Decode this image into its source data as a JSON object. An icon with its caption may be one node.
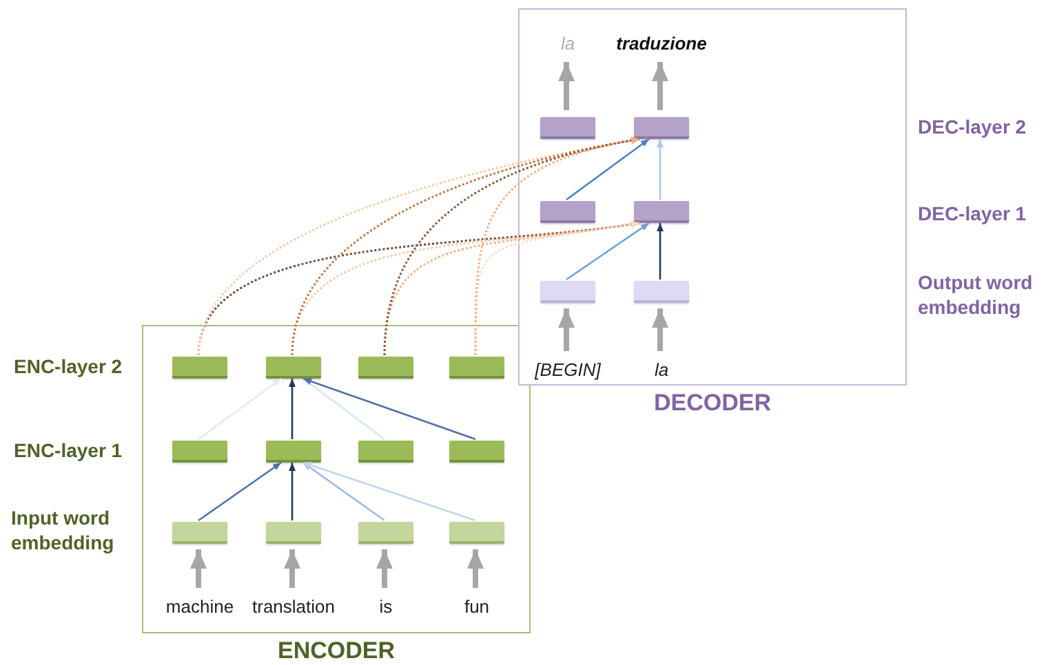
{
  "diagram": {
    "nodes": [
      {
        "text": [
          "ENCODER"
        ]
      },
      {
        "text": [],
        "shape": "box",
        "in": 0
      },
      {
        "text": [],
        "shape": "box",
        "in": 0
      },
      {
        "text": [],
        "shape": "box",
        "in": 0
      },
      {
        "text": [],
        "shape": "box",
        "in": 0
      },
      {
        "text": [],
        "shape": "box",
        "in": 0
      },
      {
        "text": [],
        "shape": "box",
        "in": 0
      },
      {
        "text": [],
        "shape": "box",
        "in": 0
      },
      {
        "text": [],
        "shape": "box",
        "in": 0
      },
      {
        "text": [],
        "shape": "box",
        "in": 0
      },
      {
        "text": [],
        "shape": "box",
        "in": 0
      },
      {
        "text": [],
        "shape": "box",
        "in": 0
      },
      {
        "text": [],
        "shape": "box",
        "in": 0
      },
      {
        "text": [
          "machine"
        ],
        "in": 0
      },
      {
        "text": [
          "translation"
        ],
        "in": 0
      },
      {
        "text": [
          "is"
        ],
        "in": 0
      },
      {
        "text": [
          "fun"
        ],
        "in": 0
      },
      {
        "text": [
          "DECODER"
        ]
      },
      {
        "text": [
          "la"
        ],
        "in": 17
      },
      {
        "text": [
          "traduzione"
        ],
        "in": 17
      },
      {
        "text": [],
        "shape": "box",
        "in": 17
      },
      {
        "text": [],
        "shape": "box",
        "in": 17
      },
      {
        "text": [],
        "shape": "box",
        "in": 17
      },
      {
        "text": [],
        "shape": "box",
        "in": 17
      },
      {
        "text": [],
        "shape": "box",
        "in": 17
      },
      {
        "text": [],
        "shape": "box",
        "in": 17
      },
      {
        "text": [
          "[BEGIN]"
        ],
        "in": 17
      },
      {
        "text": [
          "la"
        ],
        "in": 17
      }
    ],
    "edges": [
      {
        "from": 13,
        "to": 1,
        "arrow": "to",
        "style": "thick",
        "color": "#a6a6a6"
      },
      {
        "from": 14,
        "to": 2,
        "arrow": "to",
        "style": "thick",
        "color": "#a6a6a6"
      },
      {
        "from": 15,
        "to": 3,
        "arrow": "to",
        "style": "thick",
        "color": "#a6a6a6"
      },
      {
        "from": 16,
        "to": 4,
        "arrow": "to",
        "style": "thick",
        "color": "#a6a6a6"
      },
      {
        "from": 1,
        "to": 6,
        "arrow": "to",
        "color": "#4f6fa8"
      },
      {
        "from": 2,
        "to": 6,
        "arrow": "to",
        "color": "#1f3864"
      },
      {
        "from": 3,
        "to": 6,
        "arrow": "to",
        "color": "#9dbbe0"
      },
      {
        "from": 4,
        "to": 6,
        "arrow": "to",
        "color": "#c2d5ee"
      },
      {
        "from": 5,
        "to": 10,
        "arrow": "to",
        "color": "#dbeef4"
      },
      {
        "from": 6,
        "to": 10,
        "arrow": "to",
        "color": "#1f3864"
      },
      {
        "from": 7,
        "to": 10,
        "arrow": "to",
        "color": "#d3eaf2"
      },
      {
        "from": 8,
        "to": 10,
        "arrow": "to",
        "color": "#4f6fa8"
      },
      {
        "from": 9,
        "to": 23,
        "arrow": "to",
        "style": "dashed",
        "color": "#6b4a3a"
      },
      {
        "from": 10,
        "to": 23,
        "arrow": "to",
        "style": "dashed",
        "color": "#f8cbad"
      },
      {
        "from": 11,
        "to": 23,
        "arrow": "to",
        "style": "dashed",
        "color": "#f4b183"
      },
      {
        "from": 12,
        "to": 23,
        "arrow": "to",
        "style": "dashed",
        "color": "#fbdcc6"
      },
      {
        "from": 9,
        "to": 21,
        "arrow": "to",
        "style": "dashed",
        "color": "#f8cbad"
      },
      {
        "from": 10,
        "to": 21,
        "arrow": "to",
        "style": "dashed",
        "color": "#c07a45"
      },
      {
        "from": 11,
        "to": 21,
        "arrow": "to",
        "style": "dashed",
        "color": "#8b5a3c"
      },
      {
        "from": 12,
        "to": 21,
        "arrow": "to",
        "style": "dashed",
        "color": "#f4b183"
      },
      {
        "from": 24,
        "to": 23,
        "arrow": "to",
        "color": "#6fa0d8"
      },
      {
        "from": 25,
        "to": 23,
        "arrow": "to",
        "color": "#1f3864"
      },
      {
        "from": 22,
        "to": 21,
        "arrow": "to",
        "color": "#4f81bd"
      },
      {
        "from": 23,
        "to": 21,
        "arrow": "to",
        "color": "#a9c8e8"
      },
      {
        "from": 26,
        "to": 24,
        "arrow": "to",
        "style": "thick",
        "color": "#a6a6a6"
      },
      {
        "from": 27,
        "to": 25,
        "arrow": "to",
        "style": "thick",
        "color": "#a6a6a6"
      },
      {
        "from": 20,
        "to": 18,
        "arrow": "to",
        "style": "thick",
        "color": "#a6a6a6"
      },
      {
        "from": 21,
        "to": 19,
        "arrow": "to",
        "style": "thick",
        "color": "#a6a6a6"
      }
    ],
    "labels": [
      "DEC-layer 2",
      "DEC-layer 1",
      "Output word embedding",
      "ENC-layer 2",
      "ENC-layer 1",
      "Input word embedding"
    ]
  }
}
